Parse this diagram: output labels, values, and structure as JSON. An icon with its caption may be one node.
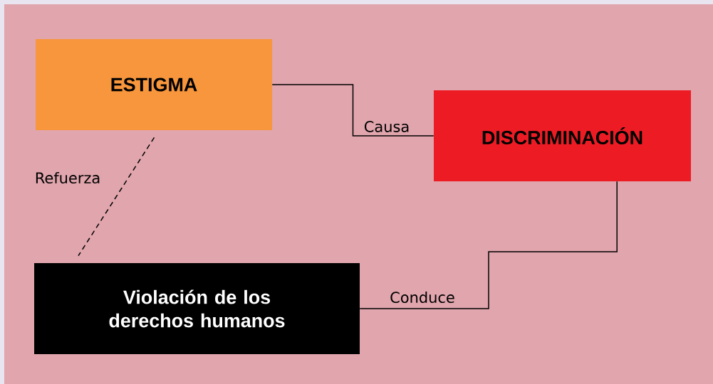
{
  "diagram": {
    "nodes": [
      {
        "text": [
          "ESTIGMA"
        ]
      },
      {
        "text": [
          "DISCRIMINACIÓN"
        ]
      },
      {
        "text": [
          "Violación de los derechos humanos"
        ]
      }
    ],
    "edges": [
      {
        "from": 0,
        "to": 1,
        "arrow": "none",
        "label": "Causa"
      },
      {
        "from": 1,
        "to": 2,
        "arrow": "none",
        "label": "Conduce"
      },
      {
        "from": 0,
        "to": 2,
        "arrow": "none",
        "label": "Refuerza",
        "style": "dashed"
      }
    ]
  }
}
